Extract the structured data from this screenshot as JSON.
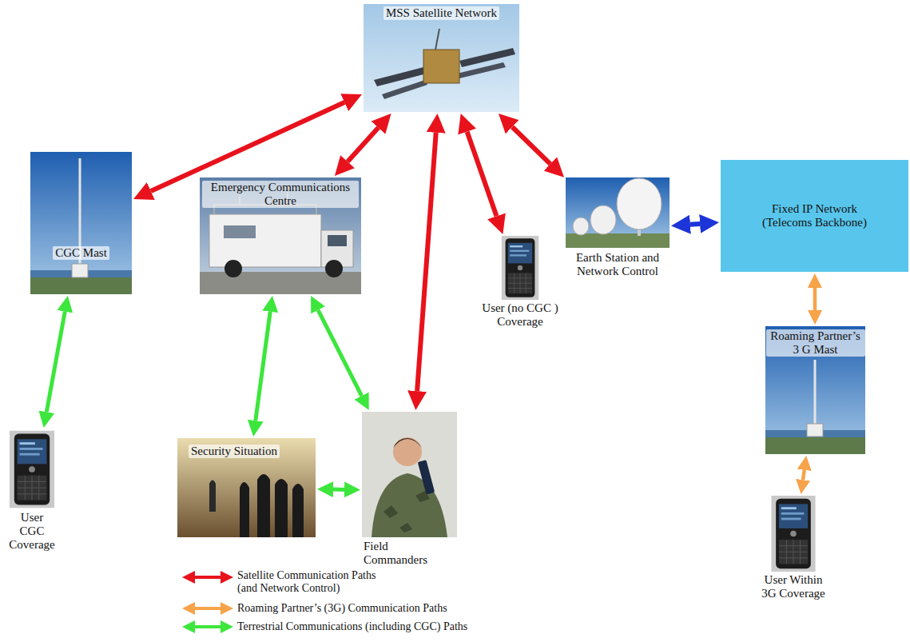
{
  "diagram": {
    "nodes": [
      {
        "text": [
          "MSS Satellite Network"
        ]
      },
      {
        "text": [
          "CGC Mast"
        ]
      },
      {
        "text": [
          "Emergency Communications Centre"
        ]
      },
      {
        "text": [
          "User (no CGC ) Coverage"
        ]
      },
      {
        "text": [
          "Earth Station and Network Control"
        ]
      },
      {
        "text": [
          "Fixed IP Network (Telecoms Backbone)"
        ]
      },
      {
        "text": [
          "User CGC Coverage"
        ]
      },
      {
        "text": [
          "Security Situation"
        ]
      },
      {
        "text": [
          "Field Commanders"
        ]
      },
      {
        "text": [
          "Roaming Partner’s 3 G Mast"
        ]
      },
      {
        "text": [
          "User Within 3G Coverage"
        ]
      }
    ],
    "edges": [
      {
        "from": 0,
        "to": 1,
        "arrow": "both"
      },
      {
        "from": 0,
        "to": 2,
        "arrow": "both"
      },
      {
        "from": 0,
        "to": 8,
        "arrow": "both"
      },
      {
        "from": 0,
        "to": 3,
        "arrow": "both"
      },
      {
        "from": 0,
        "to": 4,
        "arrow": "both"
      },
      {
        "from": 4,
        "to": 5,
        "arrow": "both"
      },
      {
        "from": 5,
        "to": 9,
        "arrow": "both"
      },
      {
        "from": 9,
        "to": 10,
        "arrow": "both"
      },
      {
        "from": 1,
        "to": 6,
        "arrow": "both"
      },
      {
        "from": 2,
        "to": 7,
        "arrow": "both"
      },
      {
        "from": 2,
        "to": 8,
        "arrow": "both"
      },
      {
        "from": 7,
        "to": 8,
        "arrow": "both"
      }
    ],
    "legend": [
      {
        "text": "Satellite Communication Paths (and Network Control)"
      },
      {
        "text": "Roaming Partner’s (3G) Communication Paths"
      },
      {
        "text": "Terrestrial Communications (including CGC) Paths"
      }
    ]
  }
}
